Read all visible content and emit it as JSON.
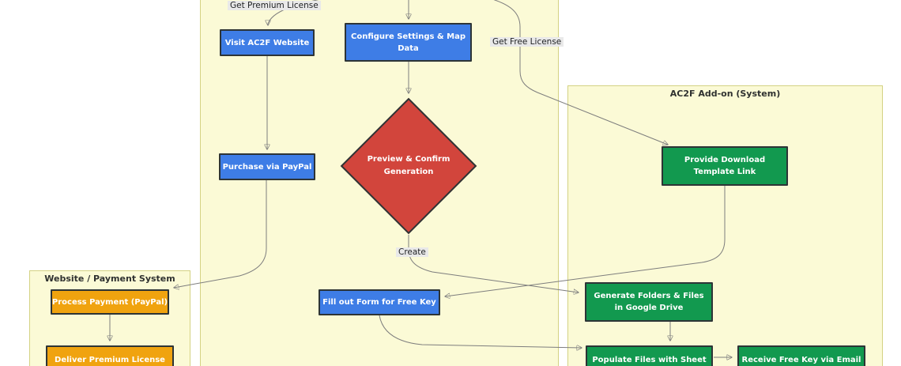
{
  "diagram": {
    "containers": {
      "payment": {
        "title": "Website / Payment System"
      },
      "main": {
        "title": ""
      },
      "addon": {
        "title": "AC2F Add-on (System)"
      }
    },
    "nodes": {
      "visit": {
        "label": "Visit AC2F Website",
        "shape": "rect",
        "color": "#3e7de6"
      },
      "configure": {
        "label": "Configure Settings & Map Data",
        "shape": "rect",
        "color": "#3e7de6"
      },
      "purchase": {
        "label": "Purchase via PayPal",
        "shape": "rect",
        "color": "#3e7de6"
      },
      "preview": {
        "label": "Preview & Confirm Generation",
        "shape": "diamond",
        "color": "#d2453c"
      },
      "provide": {
        "label": "Provide Download Template Link",
        "shape": "rect",
        "color": "#12994f"
      },
      "process_payment": {
        "label": "Process Payment (PayPal)",
        "shape": "rect",
        "color": "#f0a30f"
      },
      "deliver": {
        "label": "Deliver Premium License",
        "shape": "rect",
        "color": "#f0a30f"
      },
      "fill_form": {
        "label": "Fill out Form for Free Key",
        "shape": "rect",
        "color": "#3e7de6"
      },
      "generate": {
        "label": "Generate Folders & Files in Google Drive",
        "shape": "rect",
        "color": "#12994f"
      },
      "populate": {
        "label": "Populate Files with Sheet",
        "shape": "rect",
        "color": "#12994f"
      },
      "receive": {
        "label": "Receive Free Key via Email",
        "shape": "rect",
        "color": "#12994f"
      }
    },
    "edge_labels": {
      "get_premium": {
        "text": "Get Premium License"
      },
      "get_free": {
        "text": "Get Free License"
      },
      "create": {
        "text": "Create"
      }
    },
    "colors": {
      "node_blue": "#3e7de6",
      "node_green": "#12994f",
      "node_red": "#d2453c",
      "node_orange": "#f0a30f",
      "node_border": "#2d3436",
      "container_fill": "#fbfad6",
      "container_border": "#d4d283",
      "edge_stroke": "#7d7d7d",
      "edge_label_bg": "#e9e9e9",
      "node_text": "#ffffff"
    }
  }
}
